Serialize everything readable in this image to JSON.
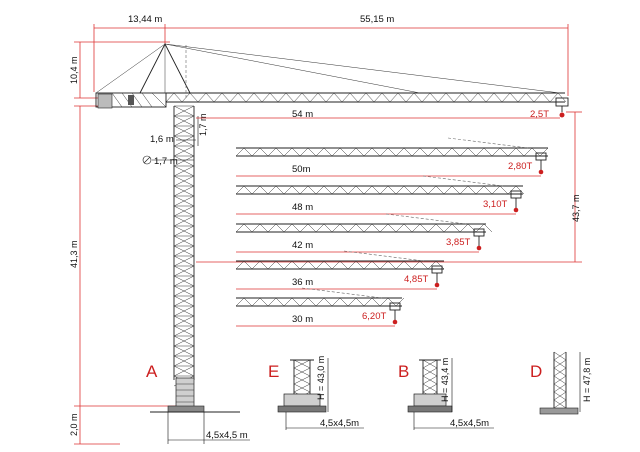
{
  "labels": {
    "counter_jib_length": "13,44 m",
    "jib_length_total": "55,15 m",
    "head_height": "10,4 m",
    "tower_height": "41,3 m",
    "base_height": "2,0 m",
    "base_width_main": "4,5x4,5 m",
    "dim_1_6": "1,6 m",
    "dim_1_7_horizontal": "1,7 m",
    "dim_1_7_vertical": "1,7 m",
    "hook_height": "43,7 m"
  },
  "jib_configs": [
    {
      "length": "54 m",
      "load": "2,5T"
    },
    {
      "length": "50m",
      "load": "2,80T"
    },
    {
      "length": "48 m",
      "load": "3,10T"
    },
    {
      "length": "42 m",
      "load": "3,85T"
    },
    {
      "length": "36 m",
      "load": "4,85T"
    },
    {
      "length": "30 m",
      "load": "6,20T"
    }
  ],
  "variants": [
    {
      "letter": "A",
      "height": "",
      "base": ""
    },
    {
      "letter": "E",
      "height": "H = 43,0 m",
      "base": "4,5x4,5m"
    },
    {
      "letter": "B",
      "height": "H = 43,4 m",
      "base": "4,5x4,5m"
    },
    {
      "letter": "D",
      "height": "H = 47,8 m",
      "base": ""
    }
  ]
}
